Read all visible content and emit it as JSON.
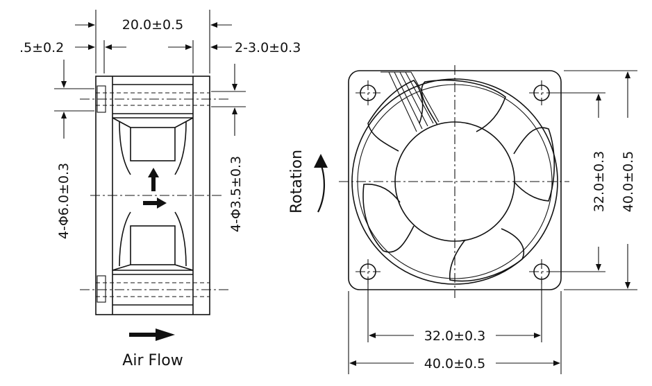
{
  "dimensions": {
    "frame_depth": "20.0±0.5",
    "flange_thickness": ".5±0.2",
    "flange_count_thickness": "2-3.0±0.3",
    "hole_outer": "4-Φ6.0±0.3",
    "hole_inner": "4-Φ3.5±0.3",
    "hole_spacing_vertical": "32.0±0.3",
    "overall_vertical": "40.0±0.5",
    "hole_spacing_horizontal": "32.0±0.3",
    "overall_horizontal": "40.0±0.5"
  },
  "labels": {
    "rotation": "Rotation",
    "air_flow": "Air Flow"
  },
  "colors": {
    "ink": "#111111",
    "background": "#ffffff"
  },
  "icons": {
    "rotation_arrow": "curved-arrow-icon",
    "airflow_arrow": "arrow-right-icon",
    "flow_up_arrow": "arrow-up-icon",
    "flow_right_arrow": "arrow-right-icon"
  }
}
